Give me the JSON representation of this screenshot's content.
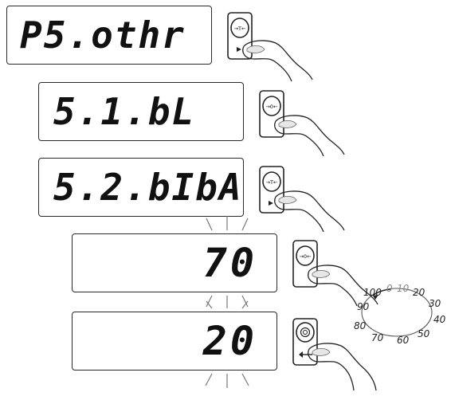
{
  "steps": [
    {
      "display_text": "P5.othr",
      "button": "tare"
    },
    {
      "display_text": "5.1.bL",
      "button": "zero"
    },
    {
      "display_text": "5.2.bIbA",
      "button": "tare"
    },
    {
      "display_text": "70",
      "button": "zero",
      "blinking": true
    },
    {
      "display_text": "20",
      "button": "enter",
      "blinking": true
    }
  ],
  "buttons": {
    "tare_label": "→T←",
    "zero_label": "→0←"
  },
  "dial": {
    "values": [
      "100",
      "0",
      "10",
      "20",
      "30",
      "40",
      "50",
      "60",
      "70",
      "80",
      "90"
    ],
    "visible": [
      "100",
      "20",
      "30",
      "40",
      "50",
      "60",
      "70",
      "80",
      "90"
    ]
  },
  "icons": {
    "tare": "tare-key-icon",
    "zero": "zero-key-icon",
    "enter": "enter-key-icon",
    "finger": "finger-press-icon",
    "dial": "rotation-dial-icon"
  }
}
